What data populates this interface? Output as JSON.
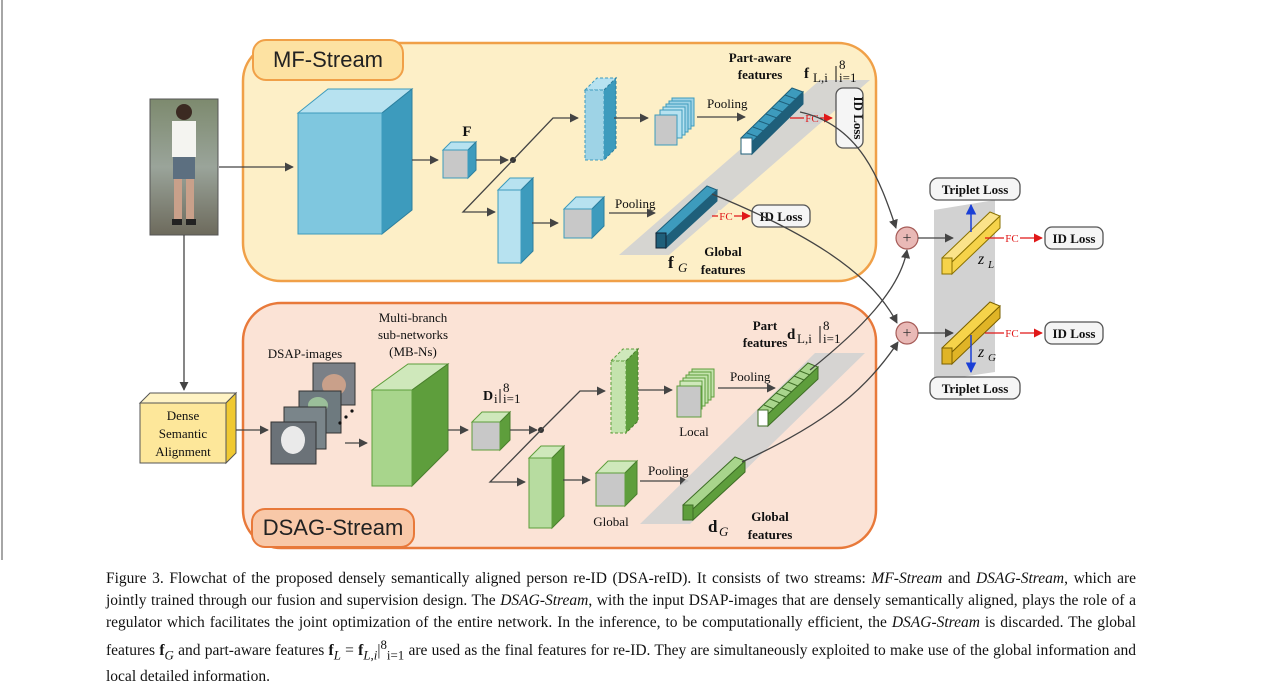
{
  "streams": {
    "mf": {
      "title": "MF-Stream"
    },
    "dsag": {
      "title": "DSAG-Stream"
    }
  },
  "labels": {
    "F": "F",
    "pooling": "Pooling",
    "part_aware_1": "Part-aware",
    "part_aware_2": "features",
    "f_L": "f",
    "f_L_sub": "L,i",
    "range_sup": "8",
    "range_sub": "i=1",
    "f_G": "f",
    "f_G_sub": "G",
    "global_features_1": "Global",
    "global_features_2": "features",
    "fc": "FC",
    "id_loss": "ID Loss",
    "triplet_loss": "Triplet Loss",
    "z_L": "z",
    "z_L_sub": "L",
    "z_G": "z",
    "z_G_sub": "G",
    "dsap_images": "DSAP-images",
    "mbn_1": "Multi-branch",
    "mbn_2": "sub-networks",
    "mbn_3": "(MB-Ns)",
    "D": "D",
    "D_sub": "i",
    "part_features_1": "Part",
    "part_features_2": "features",
    "d_L": "d",
    "d_L_sub": "L,i",
    "d_G": "d",
    "d_G_sub": "G",
    "local": "Local",
    "global": "Global",
    "alignment_1": "Dense",
    "alignment_2": "Semantic",
    "alignment_3": "Alignment",
    "plus": "+"
  },
  "caption": {
    "t1": "Figure 3. Flowchat of the proposed densely semantically aligned person re-ID (DSA-reID). It consists of two streams: ",
    "mf": "MF-Stream",
    "t2": " and ",
    "dsag1": "DSAG-Stream",
    "t3": ", which are jointly trained through our fusion and supervision design. The ",
    "dsag2": "DSAG-Stream",
    "t4": ", with the input DSAP-images that are densely semantically aligned, plays the role of a regulator which facilitates the joint optimization of the entire network. In the inference, to be computationally efficient, the ",
    "dsag3": "DSAG-Stream",
    "t5": " is discarded. The global features ",
    "fG": "f",
    "fG_sub": "G",
    "t6": " and part-aware features ",
    "fL": "f",
    "fL_sub": "L",
    "t7": " = ",
    "fLi": "f",
    "fLi_sub": "L,i",
    "fLi_range": "|",
    "fLi_sup": "8",
    "fLi_sub2": "i=1",
    "t8": " are used as the final features for re-ID. They are simultaneously exploited to make use of the global information and local detailed information."
  },
  "colors": {
    "mf_bg": "#fdefc7",
    "mf_border": "#f0a048",
    "dsag_bg": "#fbe3d6",
    "dsag_border": "#e8793a",
    "mf_cube_front": "#7fc7df",
    "mf_cube_side": "#3d9bbd",
    "mf_cube_top": "#b7e2f0",
    "dsag_cube_front": "#a8d58c",
    "dsag_cube_side": "#5e9e3c",
    "dsag_cube_top": "#cfe8bb",
    "fc_arrow": "#e01818",
    "plus_fill": "#e9b9b6",
    "gray_plane": "#d2d2d2",
    "z_yellow": "#f6d34a",
    "alignment_box": "#fde79a"
  }
}
